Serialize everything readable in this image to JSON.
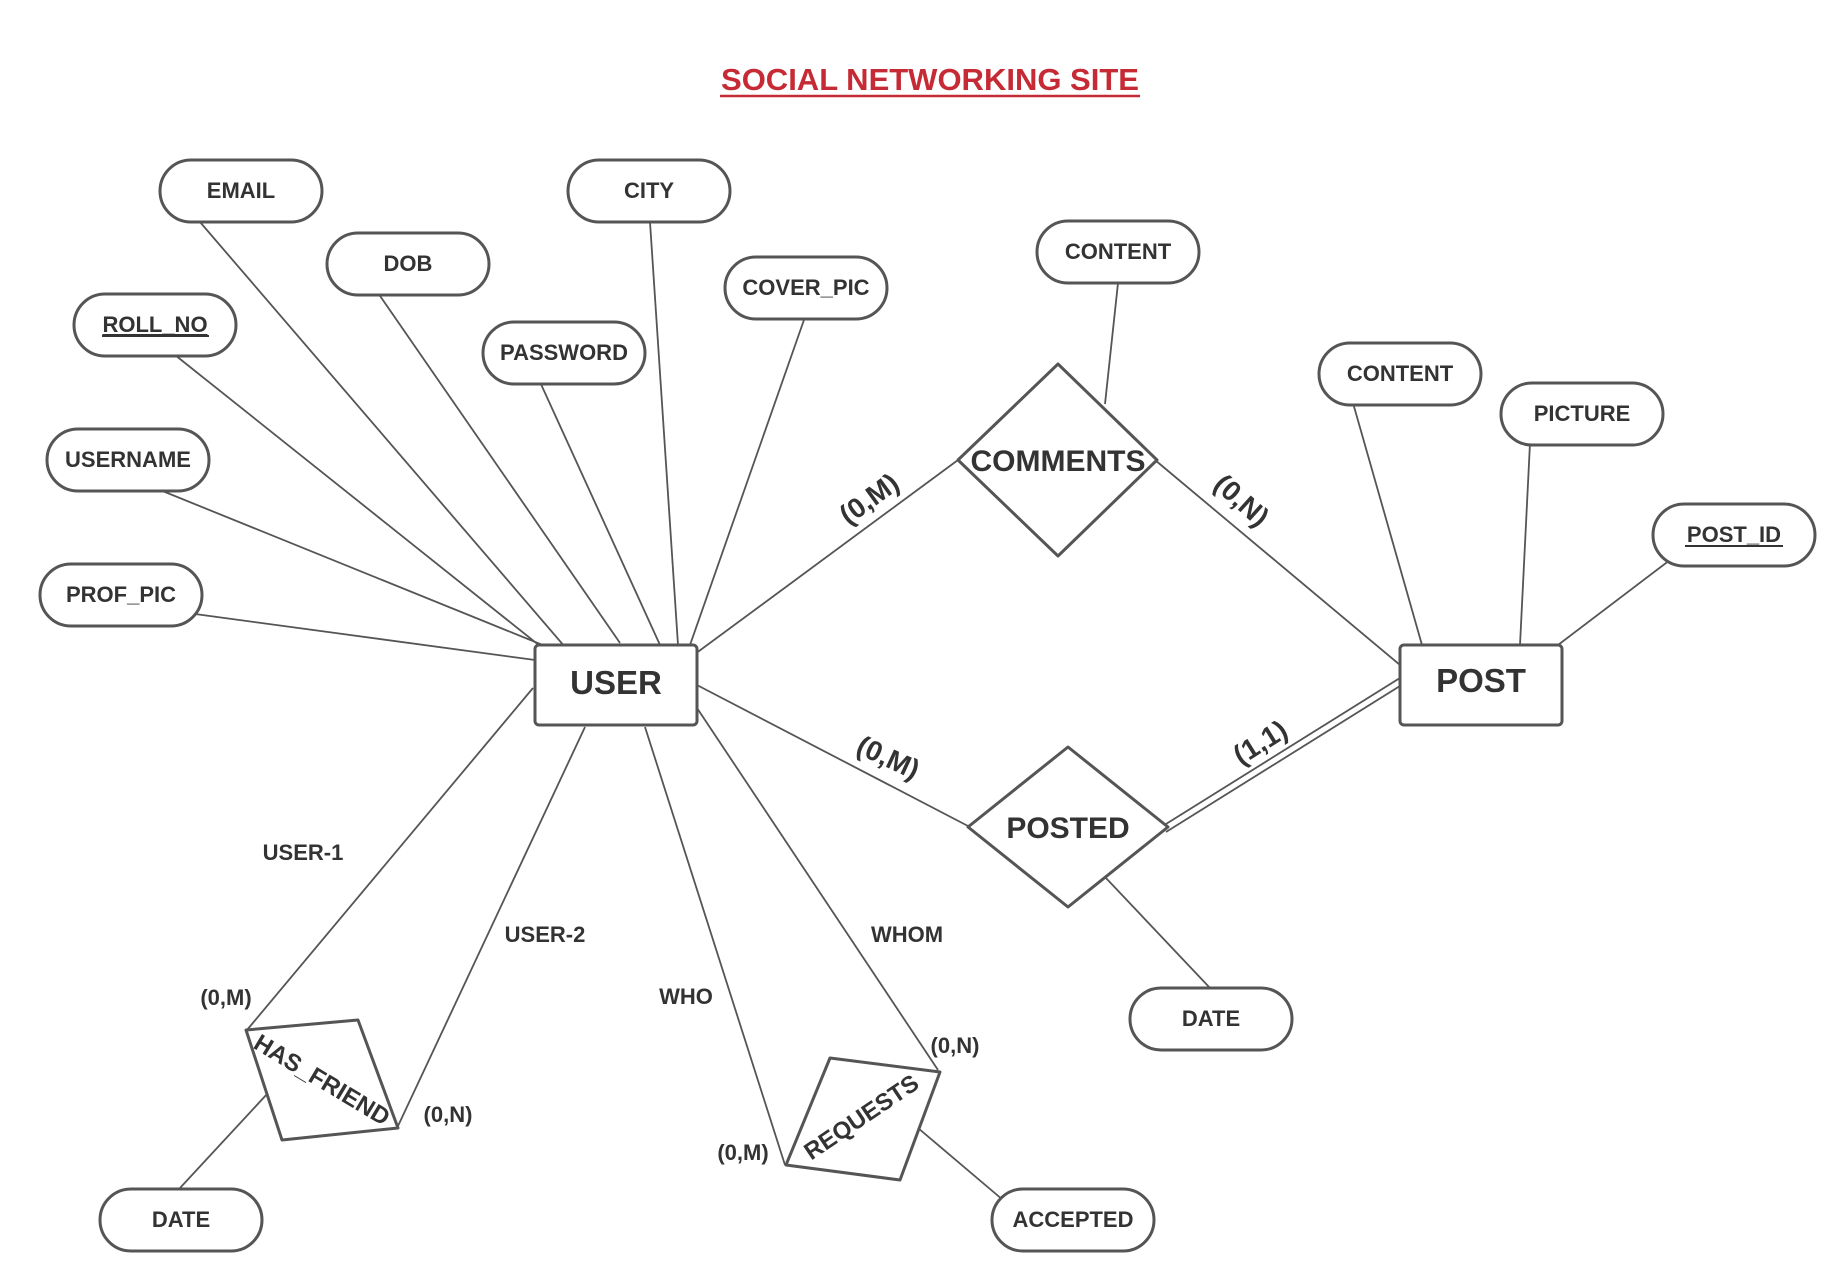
{
  "title": "SOCIAL NETWORKING SITE",
  "colors": {
    "title": "#c62a35",
    "stroke": "#555555",
    "text": "#333333"
  },
  "entities": {
    "user": "USER",
    "post": "POST"
  },
  "relationships": {
    "comments": "COMMENTS",
    "posted": "POSTED",
    "has_friend": "HAS_FRIEND",
    "requests": "REQUESTS"
  },
  "attributes": {
    "email": "EMAIL",
    "city": "CITY",
    "dob": "DOB",
    "roll_no": "ROLL_NO",
    "password": "PASSWORD",
    "cover_pic": "COVER_PIC",
    "username": "USERNAME",
    "prof_pic": "PROF_PIC",
    "comment_content": "CONTENT",
    "post_content": "CONTENT",
    "picture": "PICTURE",
    "post_id": "POST_ID",
    "posted_date": "DATE",
    "friend_date": "DATE",
    "accepted": "ACCEPTED"
  },
  "cardinalities": {
    "user_comments": "(0,M)",
    "comments_post": "(0,N)",
    "user_posted": "(0,M)",
    "posted_post": "(1,1)",
    "user1_hasfriend": "(0,M)",
    "user2_hasfriend": "(0,N)",
    "who_requests": "(0,M)",
    "whom_requests": "(0,N)"
  },
  "roles": {
    "user1": "USER-1",
    "user2": "USER-2",
    "who": "WHO",
    "whom": "WHOM"
  }
}
